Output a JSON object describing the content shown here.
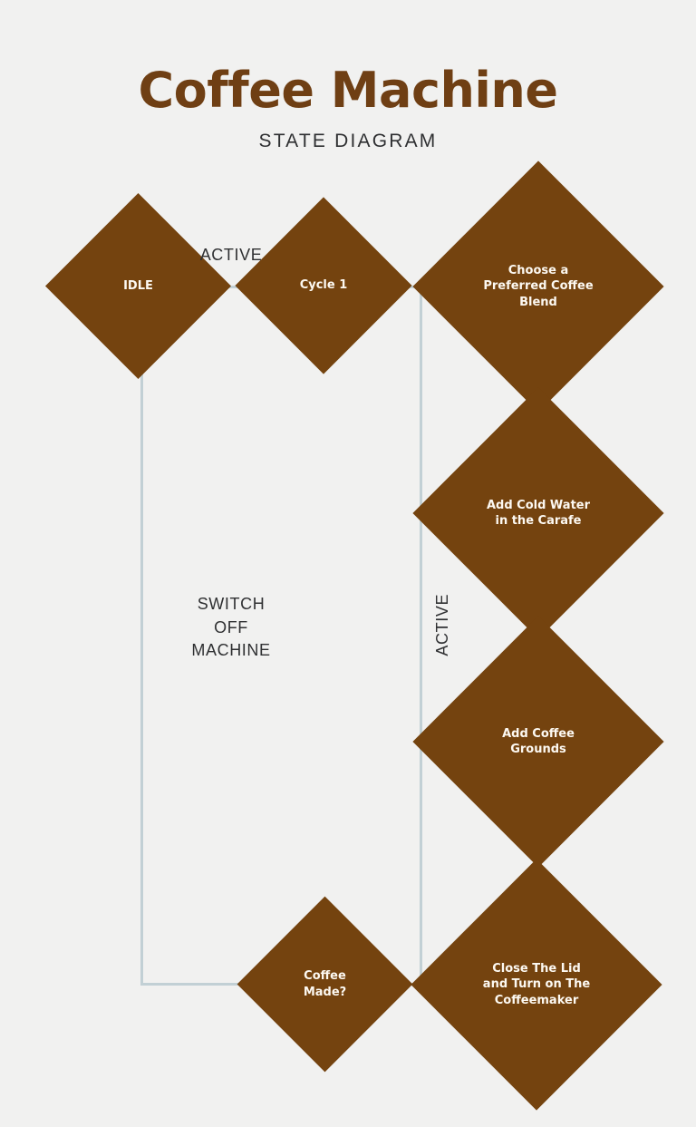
{
  "header": {
    "title": "Coffee Machine",
    "subtitle": "STATE DIAGRAM"
  },
  "colors": {
    "background": "#f1f1f0",
    "node_fill": "#74430f",
    "node_text": "#fdf9f2",
    "connector": "#c2d0d5",
    "title": "#6f3f14",
    "label_text": "#2f3032"
  },
  "diagram": {
    "type": "state-diagram",
    "nodes": [
      {
        "id": "idle",
        "label": "IDLE",
        "shape": "diamond",
        "font_size": 13
      },
      {
        "id": "cycle1",
        "label": "Cycle 1",
        "shape": "diamond",
        "font_size": 13
      },
      {
        "id": "choose",
        "label": "Choose a\nPreferred Coffee\nBlend",
        "shape": "diamond",
        "font_size": 13
      },
      {
        "id": "water",
        "label": "Add Cold Water\nin the Carafe",
        "shape": "diamond",
        "font_size": 13
      },
      {
        "id": "grounds",
        "label": "Add Coffee\nGrounds",
        "shape": "diamond",
        "font_size": 13
      },
      {
        "id": "close-lid",
        "label": "Close The Lid\nand Turn on The\nCoffeemaker",
        "shape": "diamond",
        "font_size": 13
      },
      {
        "id": "coffee-made",
        "label": "Coffee\nMade?",
        "shape": "diamond",
        "font_size": 13
      }
    ],
    "edge_labels": [
      {
        "id": "active-top",
        "text": "ACTIVE",
        "orientation": "horizontal"
      },
      {
        "id": "switch-off",
        "text": "SWITCH\nOFF\nMACHINE",
        "orientation": "horizontal"
      },
      {
        "id": "active-right",
        "text": "ACTIVE",
        "orientation": "vertical"
      }
    ],
    "transitions": [
      {
        "from": "idle",
        "to": "cycle1",
        "label": "ACTIVE"
      },
      {
        "from": "cycle1",
        "to": "choose",
        "label": ""
      },
      {
        "from": "choose",
        "to": "water",
        "label": ""
      },
      {
        "from": "water",
        "to": "grounds",
        "label": ""
      },
      {
        "from": "grounds",
        "to": "close-lid",
        "label": ""
      },
      {
        "from": "close-lid",
        "to": "coffee-made",
        "label": ""
      },
      {
        "from": "coffee-made",
        "to": "idle",
        "label": "SWITCH OFF MACHINE"
      },
      {
        "from": "coffee-made",
        "to": "cycle1",
        "label": "ACTIVE"
      }
    ]
  }
}
